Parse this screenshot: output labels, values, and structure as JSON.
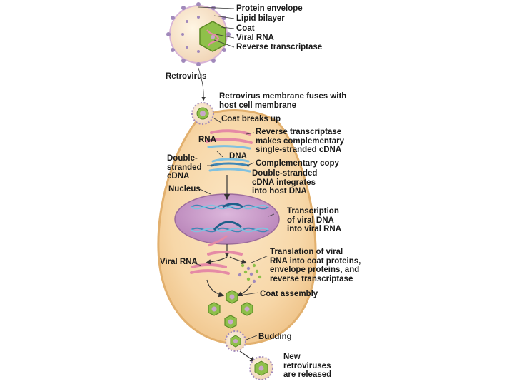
{
  "virion_labels": {
    "protein_envelope": "Protein envelope",
    "lipid_bilayer": "Lipid bilayer",
    "coat": "Coat",
    "viral_rna": "Viral RNA",
    "reverse_transcriptase": "Reverse transcriptase"
  },
  "left_labels": {
    "retrovirus": "Retrovirus",
    "rna": "RNA",
    "dna": "DNA",
    "double_stranded_cdna": "Double-\nstranded\ncDNA",
    "nucleus": "Nucleus",
    "viral_rna": "Viral RNA"
  },
  "steps": {
    "fusion": "Retrovirus membrane fuses with\nhost cell membrane",
    "coat_breaks_up": "Coat breaks up",
    "reverse_transcription": "Reverse transcriptase\nmakes complementary\nsingle-stranded cDNA",
    "complementary_copy": "Complementary copy",
    "integration": "Double-stranded\ncDNA integrates\ninto host DNA",
    "transcription": "Transcription\nof viral DNA\ninto viral RNA",
    "translation": "Translation of viral\nRNA into coat proteins,\nenvelope proteins, and\nreverse transcriptase",
    "coat_assembly": "Coat assembly",
    "budding": "Budding",
    "release": "New\nretroviruses\nare released"
  },
  "colors": {
    "cell_fill": "#f7d7a8",
    "cell_edge": "#e2b06e",
    "nucleus_fill": "#c99bc9",
    "dna_blue": "#6fb6d8",
    "rna_pink": "#e58aa6",
    "coat_green": "#8fc04a",
    "spike_purple": "#a189bb"
  }
}
